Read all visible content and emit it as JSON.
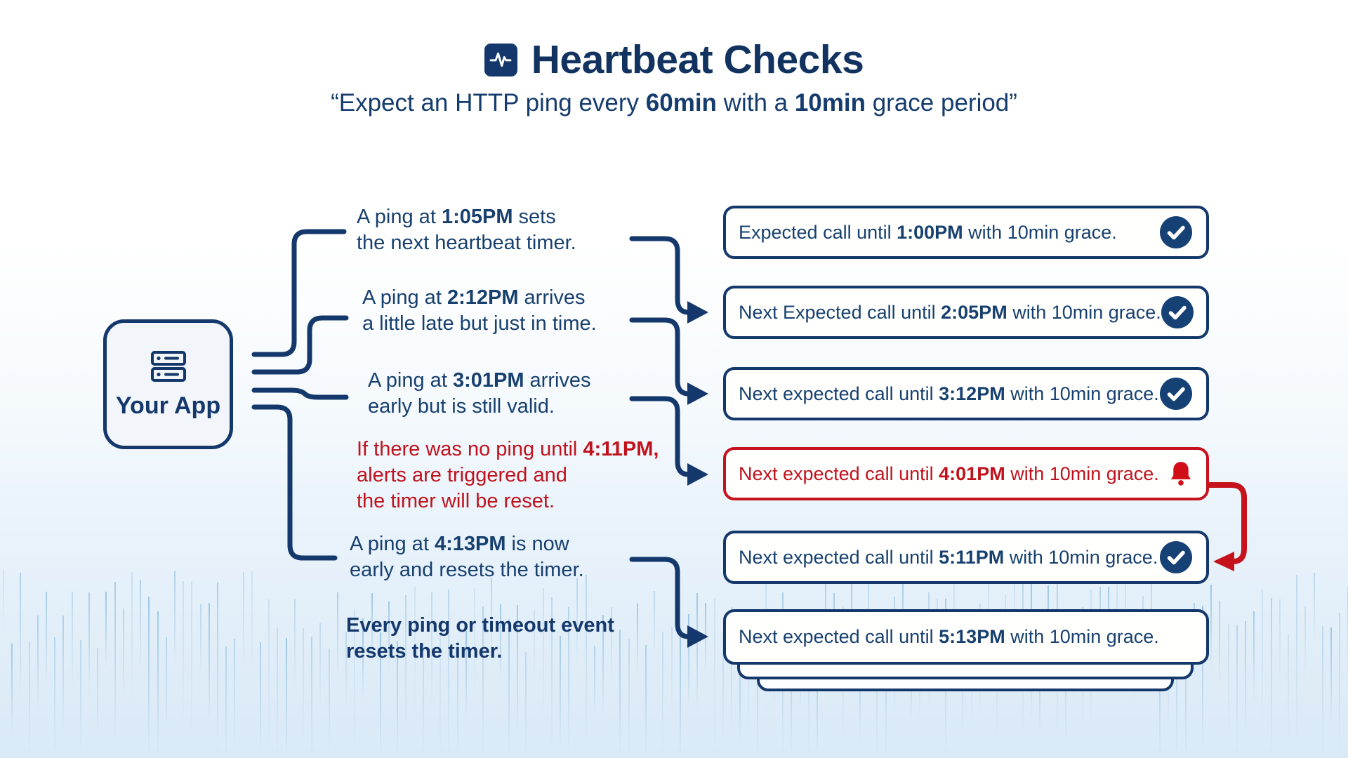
{
  "page": {
    "title": "Heartbeat Checks",
    "title_icon": "pulse-icon",
    "subtitle_segments": [
      {
        "t": "“Expect an HTTP ping every "
      },
      {
        "t": "60min",
        "b": true
      },
      {
        "t": " with a "
      },
      {
        "t": "10min",
        "b": true
      },
      {
        "t": " grace period”"
      }
    ]
  },
  "app": {
    "icon": "server-icon",
    "label": "Your App"
  },
  "colors": {
    "navy": "#14386b",
    "navy_text": "#17406f",
    "red": "#c5121c",
    "red_text": "#c0121d",
    "box_bg": "#ffffff",
    "app_box_bg": "#f2f6fa",
    "wave_blue": "#86badd",
    "bg_bottom": "#d9e9f6"
  },
  "left_notes": [
    {
      "tone": "navy",
      "lines": [
        [
          {
            "t": "A ping at "
          },
          {
            "t": "1:05PM",
            "b": true
          },
          {
            "t": " sets"
          }
        ],
        [
          {
            "t": "the next heartbeat timer."
          }
        ]
      ]
    },
    {
      "tone": "navy",
      "lines": [
        [
          {
            "t": "A ping at "
          },
          {
            "t": "2:12PM",
            "b": true
          },
          {
            "t": " arrives"
          }
        ],
        [
          {
            "t": "a little late but just in time."
          }
        ]
      ]
    },
    {
      "tone": "navy",
      "lines": [
        [
          {
            "t": "A ping at "
          },
          {
            "t": "3:01PM",
            "b": true
          },
          {
            "t": " arrives"
          }
        ],
        [
          {
            "t": "early but is still valid."
          }
        ]
      ]
    },
    {
      "tone": "red",
      "lines": [
        [
          {
            "t": "If there was no ping until "
          },
          {
            "t": "4:11PM,",
            "b": true
          }
        ],
        [
          {
            "t": "alerts are triggered and"
          }
        ],
        [
          {
            "t": "the timer will be reset."
          }
        ]
      ]
    },
    {
      "tone": "navy",
      "lines": [
        [
          {
            "t": "A ping at "
          },
          {
            "t": "4:13PM",
            "b": true
          },
          {
            "t": " is now"
          }
        ],
        [
          {
            "t": "early and resets the timer."
          }
        ]
      ]
    },
    {
      "tone": "bold",
      "lines": [
        [
          {
            "t": "Every ping or timeout event"
          }
        ],
        [
          {
            "t": "resets the timer."
          }
        ]
      ]
    }
  ],
  "timeline_boxes": [
    {
      "tone": "navy",
      "icon": "check-circle-icon",
      "segments": [
        {
          "t": "Expected call until "
        },
        {
          "t": "1:00PM",
          "b": true
        },
        {
          "t": " with 10min grace."
        }
      ]
    },
    {
      "tone": "navy",
      "icon": "check-circle-icon",
      "segments": [
        {
          "t": "Next Expected call until "
        },
        {
          "t": "2:05PM",
          "b": true
        },
        {
          "t": " with 10min grace."
        }
      ]
    },
    {
      "tone": "navy",
      "icon": "check-circle-icon",
      "segments": [
        {
          "t": "Next expected call until "
        },
        {
          "t": "3:12PM",
          "b": true
        },
        {
          "t": " with 10min grace."
        }
      ]
    },
    {
      "tone": "red",
      "icon": "bell-icon",
      "segments": [
        {
          "t": "Next expected call until "
        },
        {
          "t": "4:01PM",
          "b": true
        },
        {
          "t": " with 10min grace."
        }
      ]
    },
    {
      "tone": "navy",
      "icon": "check-circle-icon",
      "segments": [
        {
          "t": "Next expected call until "
        },
        {
          "t": "5:11PM",
          "b": true
        },
        {
          "t": " with 10min grace."
        }
      ]
    },
    {
      "tone": "navy",
      "icon": "none",
      "segments": [
        {
          "t": "Next expected call until "
        },
        {
          "t": "5:13PM",
          "b": true
        },
        {
          "t": " with 10min grace."
        }
      ]
    }
  ]
}
